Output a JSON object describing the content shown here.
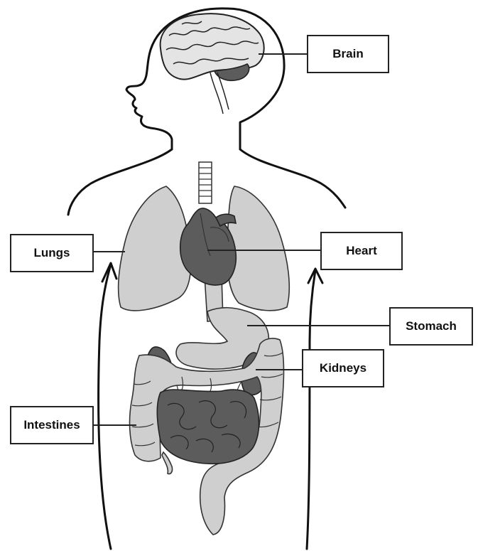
{
  "labels": {
    "brain": "Brain",
    "lungs": "Lungs",
    "heart": "Heart",
    "stomach": "Stomach",
    "kidneys": "Kidneys",
    "intestines": "Intestines"
  },
  "colors": {
    "outline": "#111111",
    "organ_light": "#cfcfcf",
    "organ_dark": "#5c5c5c",
    "background": "#ffffff"
  }
}
